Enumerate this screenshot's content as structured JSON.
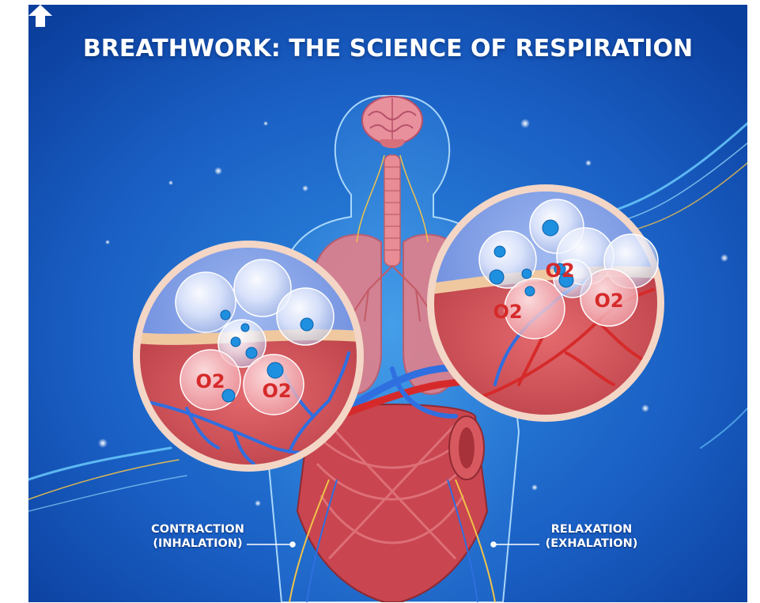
{
  "title": "BREATHWORK: THE SCIENCE OF RESPIRATION",
  "labels": {
    "left": {
      "line1": "CONTRACTION",
      "line2": "(INHALATION)"
    },
    "right": {
      "line1": "RELAXATION",
      "line2": "(EXHALATION)"
    }
  },
  "molecule_text": "O2",
  "colors": {
    "background_dark": "#0b3f9e",
    "background_light": "#2d8ae0",
    "vein_blue": "#2f6fe0",
    "artery_red": "#d62a2a",
    "tissue": "#d9555a",
    "membrane": "#e8b48a",
    "lung": "#e2808a",
    "muscle": "#c9454f",
    "accent_gold": "#f0c24a"
  },
  "icons": [
    "brain-icon",
    "lungs-icon",
    "diaphragm-icon",
    "up-arrow-icon",
    "oxygen-bubble-icon"
  ]
}
